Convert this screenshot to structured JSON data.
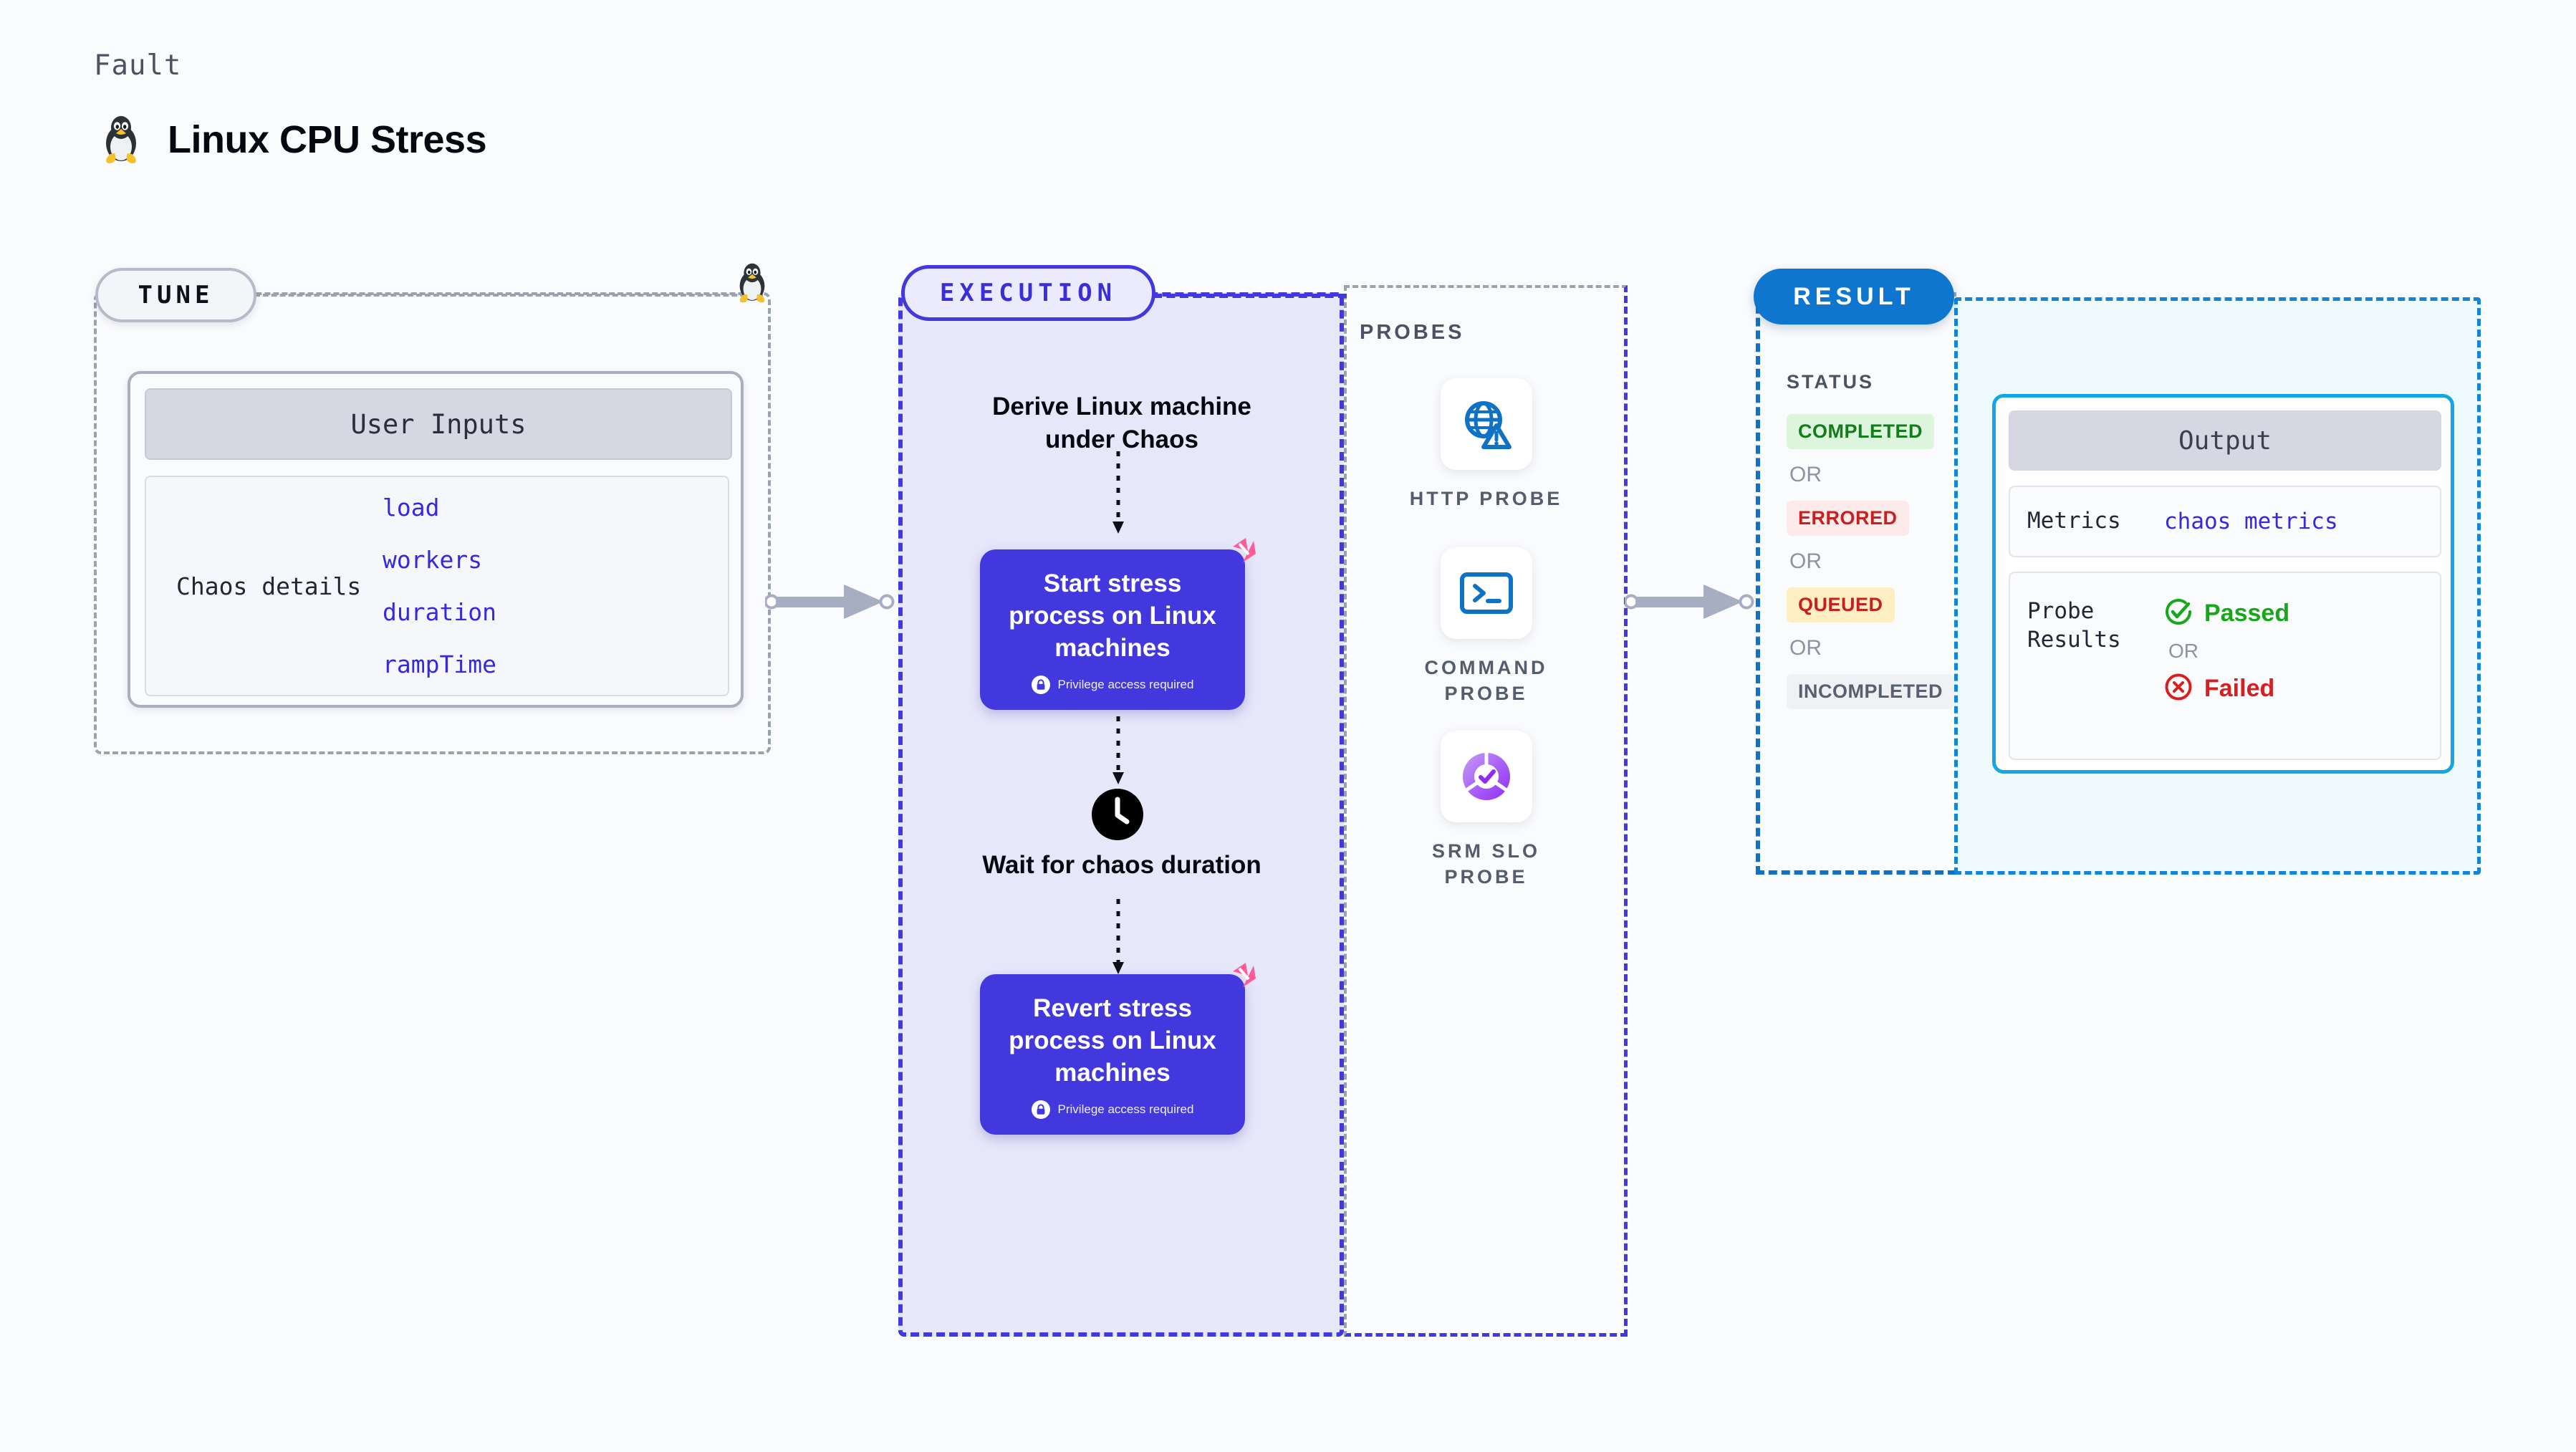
{
  "header": {
    "kicker": "Fault",
    "title": "Linux CPU Stress",
    "logo_icon": "linux-penguin-icon"
  },
  "tune": {
    "badge_label": "TUNE",
    "corner_icon": "linux-penguin-icon",
    "user_inputs": {
      "header_label": "User Inputs",
      "row_label": "Chaos details",
      "params": [
        "load",
        "workers",
        "duration",
        "rampTime"
      ]
    }
  },
  "execution": {
    "badge_label": "EXECUTION",
    "steps": [
      {
        "type": "text",
        "label": "Derive Linux machine under Chaos"
      },
      {
        "type": "card",
        "label": "Start stress process on Linux machines",
        "privilege_note": "Privilege access required",
        "privilege_icon": "lock-icon",
        "corner_icon": "chaos-badge-icon"
      },
      {
        "type": "clock",
        "label": "Wait for chaos duration",
        "icon": "clock-icon"
      },
      {
        "type": "card",
        "label": "Revert stress process on Linux machines",
        "privilege_note": "Privilege access required",
        "privilege_icon": "lock-icon",
        "corner_icon": "chaos-badge-icon"
      }
    ]
  },
  "probes": {
    "section_label": "PROBES",
    "items": [
      {
        "caption": "HTTP PROBE",
        "icon": "globe-warning-icon"
      },
      {
        "caption": "COMMAND PROBE",
        "icon": "terminal-icon"
      },
      {
        "caption": "SRM SLO PROBE",
        "icon": "slo-donut-check-icon"
      }
    ]
  },
  "result": {
    "badge_label": "RESULT",
    "status_label": "STATUS",
    "or_label": "OR",
    "statuses": [
      {
        "label": "COMPLETED",
        "text_color": "#117d1b",
        "bg_color": "#ddf5dd"
      },
      {
        "label": "ERRORED",
        "text_color": "#c81f1f",
        "bg_color": "#fdeaea"
      },
      {
        "label": "QUEUED",
        "text_color": "#c81f1f",
        "bg_color": "#fdeec3"
      },
      {
        "label": "INCOMPLETED",
        "text_color": "#596070",
        "bg_color": "#f0f1f5"
      }
    ]
  },
  "output": {
    "header_label": "Output",
    "metrics_label": "Metrics",
    "metrics_value": "chaos metrics",
    "probe_results_label": "Probe Results",
    "or_label": "OR",
    "verdicts": [
      {
        "label": "Passed",
        "icon": "check-circle-icon",
        "color": "#17a81a"
      },
      {
        "label": "Failed",
        "icon": "x-circle-icon",
        "color": "#d81f1f"
      }
    ]
  },
  "connectors": [
    {
      "name": "tune-to-execution",
      "icon": "arrow-right-icon"
    },
    {
      "name": "probes-to-result",
      "icon": "arrow-right-icon"
    }
  ],
  "colors": {
    "indigo": "#4338dd",
    "blue": "#0f76d0",
    "cyan": "#14a7e8",
    "pink": "#fb5d9a",
    "gray_dash": "#9aa1b0",
    "exec_bg": "#e7e7fa",
    "output_bg": "#effafd"
  }
}
